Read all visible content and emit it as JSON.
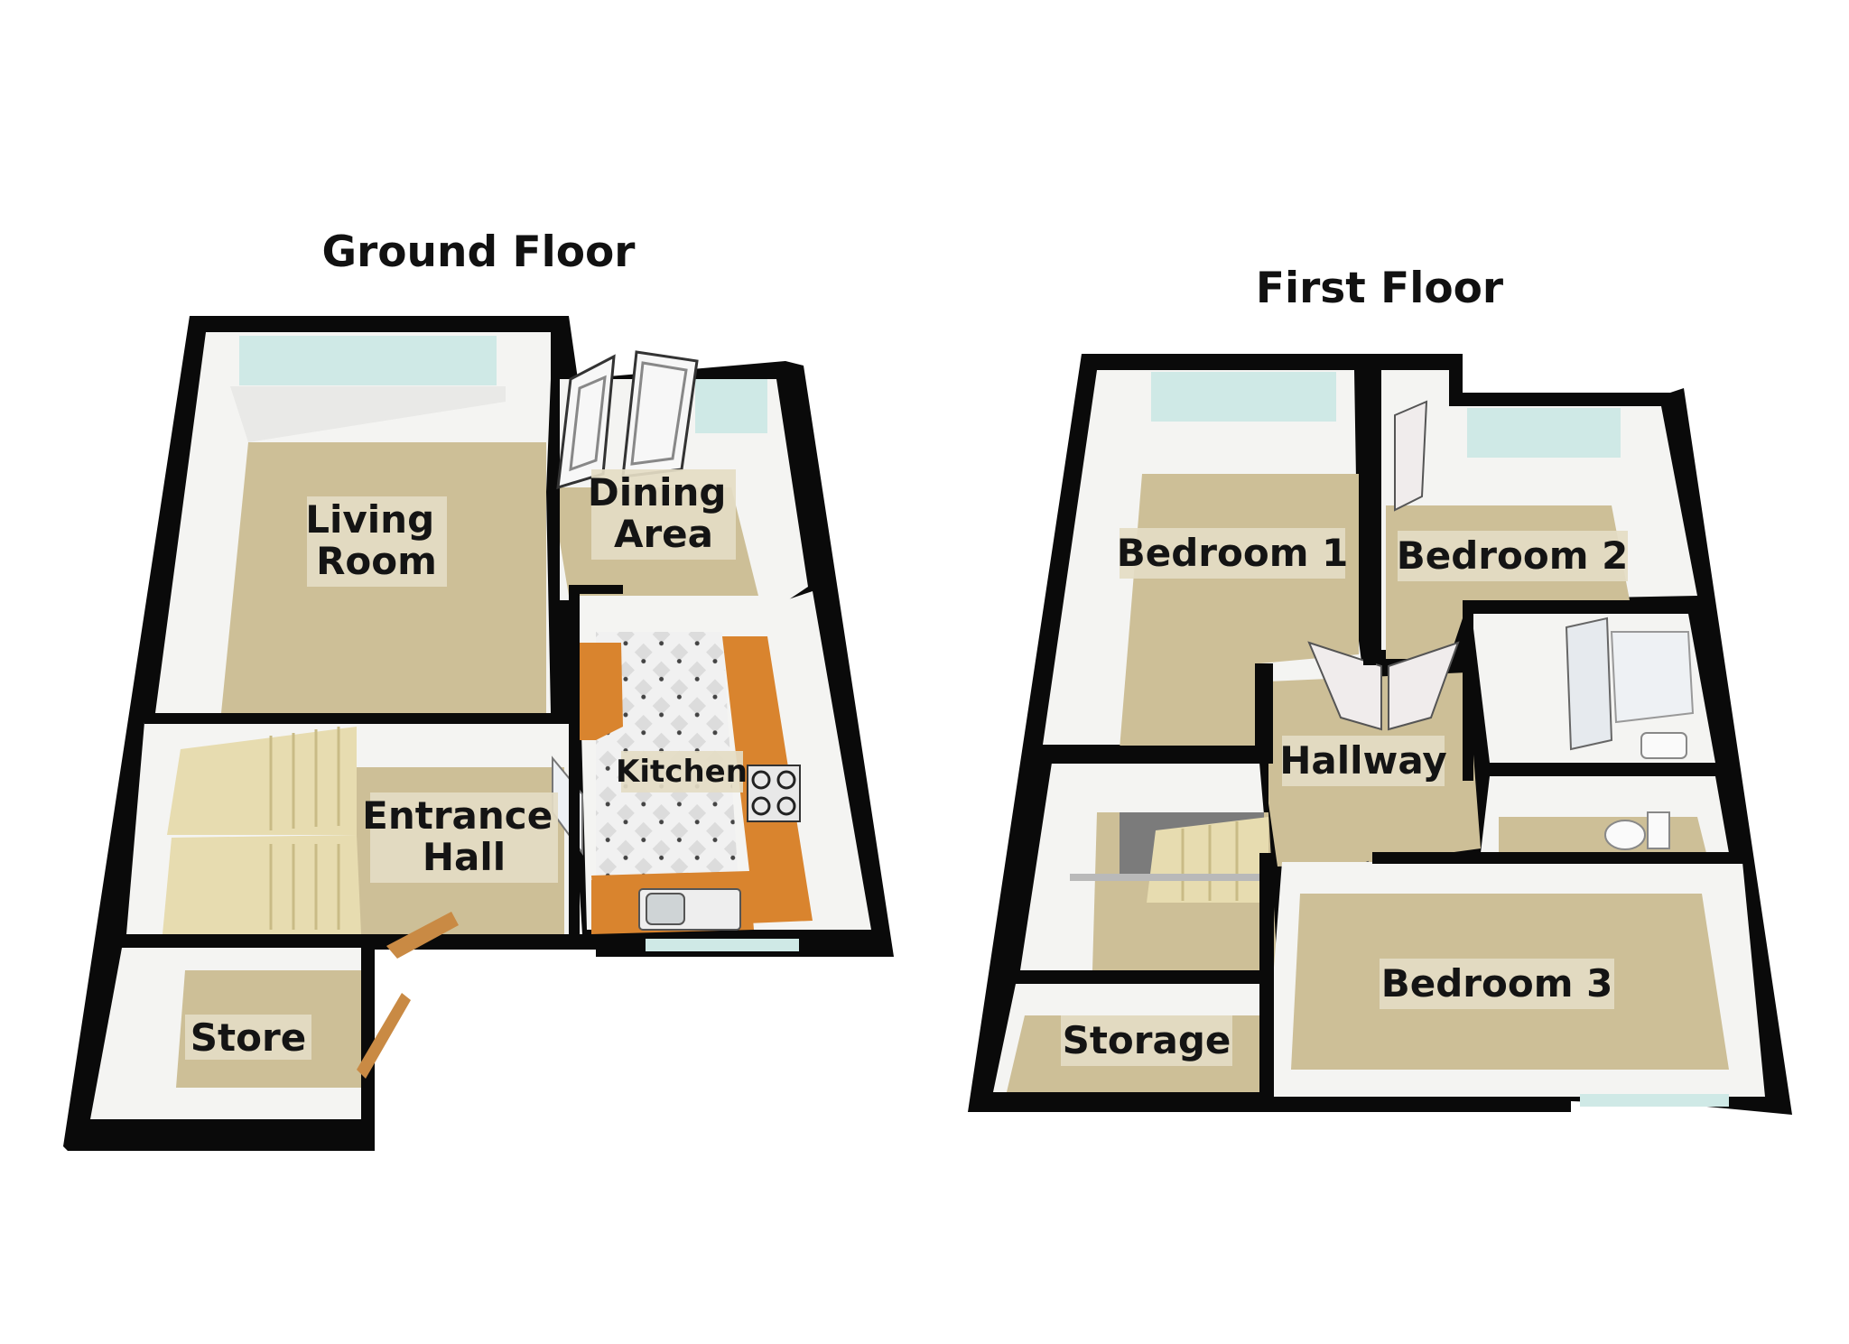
{
  "ground_floor": {
    "title": "Ground Floor",
    "rooms": {
      "living_room": [
        "Living",
        "Room"
      ],
      "dining_area": [
        "Dining",
        "Area"
      ],
      "kitchen": "Kitchen",
      "entrance_hall": [
        "Entrance",
        "Hall"
      ],
      "store": "Store"
    }
  },
  "first_floor": {
    "title": "First Floor",
    "rooms": {
      "bedroom_1": "Bedroom 1",
      "bedroom_2": "Bedroom 2",
      "hallway": "Hallway",
      "bedroom_3": "Bedroom 3",
      "storage": "Storage"
    }
  },
  "colors": {
    "wall": "#0a0a0a",
    "floor_carpet": "#cdbf97",
    "wall_inner": "#f4f4f2",
    "window": "#cfe9e6",
    "worktop": "#d9842e",
    "stairs": "#e7dcb0",
    "door": "#c98a44"
  }
}
